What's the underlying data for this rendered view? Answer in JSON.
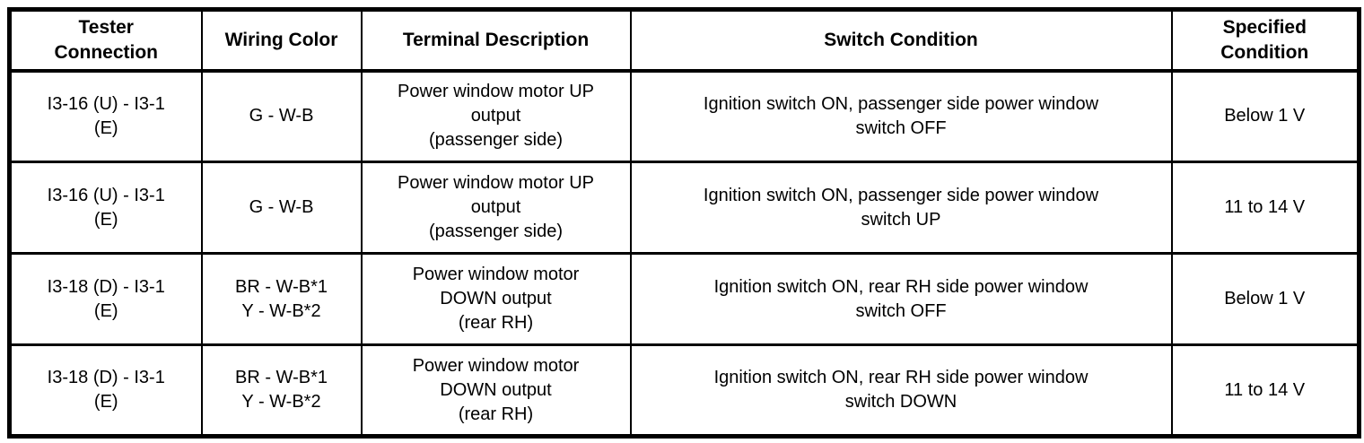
{
  "colors": {
    "background": "#ffffff",
    "border": "#000000",
    "text": "#000000"
  },
  "table": {
    "headers": [
      "Tester\nConnection",
      "Wiring Color",
      "Terminal Description",
      "Switch Condition",
      "Specified\nCondition"
    ],
    "rows": [
      {
        "cells": [
          "I3-16 (U) - I3-1\n(E)",
          "G - W-B",
          "Power window motor UP\noutput\n(passenger side)",
          "Ignition switch ON, passenger side power window\nswitch OFF",
          "Below 1 V"
        ]
      },
      {
        "cells": [
          "I3-16 (U) - I3-1\n(E)",
          "G - W-B",
          "Power window motor UP\noutput\n(passenger side)",
          "Ignition switch ON, passenger side power window\nswitch UP",
          "11 to 14 V"
        ]
      },
      {
        "cells": [
          "I3-18 (D) - I3-1\n(E)",
          "BR - W-B*1\nY - W-B*2",
          "Power window motor\nDOWN output\n(rear RH)",
          "Ignition switch ON, rear RH side power window\nswitch OFF",
          "Below 1 V"
        ]
      },
      {
        "cells": [
          "I3-18 (D) - I3-1\n(E)",
          "BR - W-B*1\nY - W-B*2",
          "Power window motor\nDOWN output\n(rear RH)",
          "Ignition switch ON, rear RH side power window\nswitch DOWN",
          "11 to 14 V"
        ]
      }
    ]
  }
}
